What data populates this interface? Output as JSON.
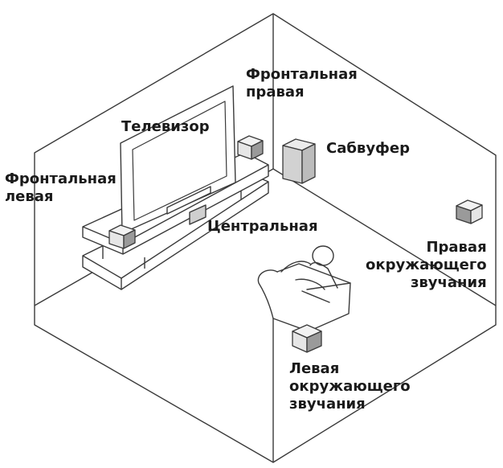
{
  "labels": {
    "front_right": "Фронтальная\nправая",
    "tv": "Телевизор",
    "subwoofer": "Сабвуфер",
    "front_left": "Фронтальная\nлевая",
    "center": "Центральная",
    "surround_right": "Правая\nокружающего\nзвучания",
    "surround_left": "Левая\nокружающего\nзвучания"
  },
  "colors": {
    "line": "#3a3a3a",
    "speaker_fill": "#e6e6e6",
    "speaker_grille": "#9a9a9a",
    "subwoofer_fill": "#d2d2d2",
    "text": "#1a1a1a"
  }
}
